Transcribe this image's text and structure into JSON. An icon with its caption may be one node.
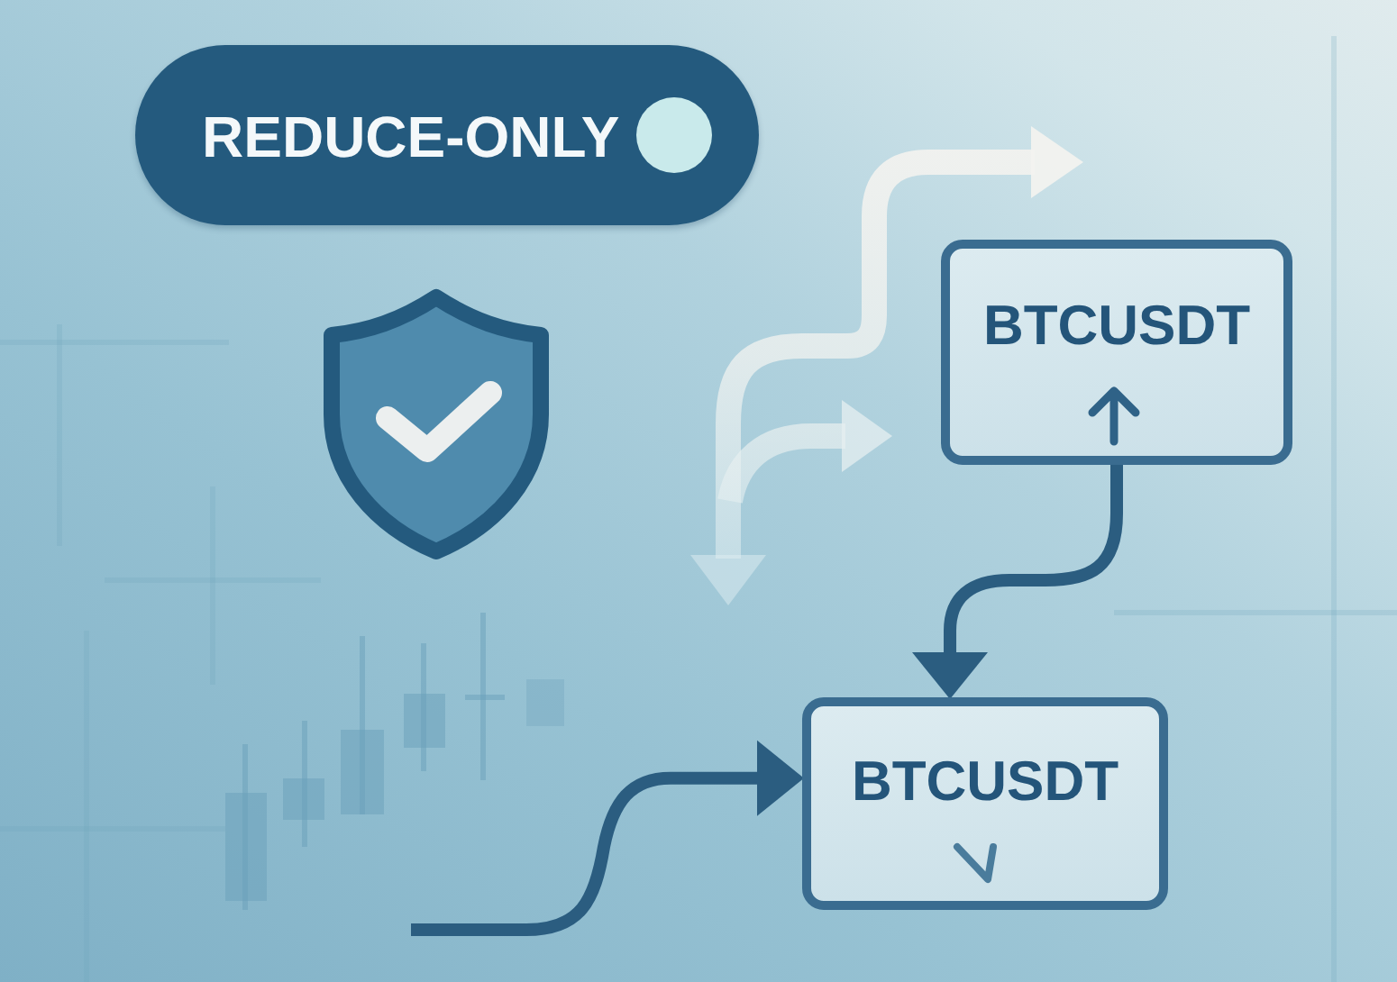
{
  "diagram": {
    "nodes": [
      {
        "text": [
          "REDUCE-ONLY"
        ]
      },
      {
        "text": [
          "BTCUSDT"
        ]
      },
      {
        "text": [
          "BTCUSDT"
        ]
      }
    ],
    "edges": [
      {
        "from": 1,
        "to": 2,
        "arrow": "to"
      },
      {
        "from": null,
        "to": 2,
        "arrow": "to"
      }
    ]
  }
}
